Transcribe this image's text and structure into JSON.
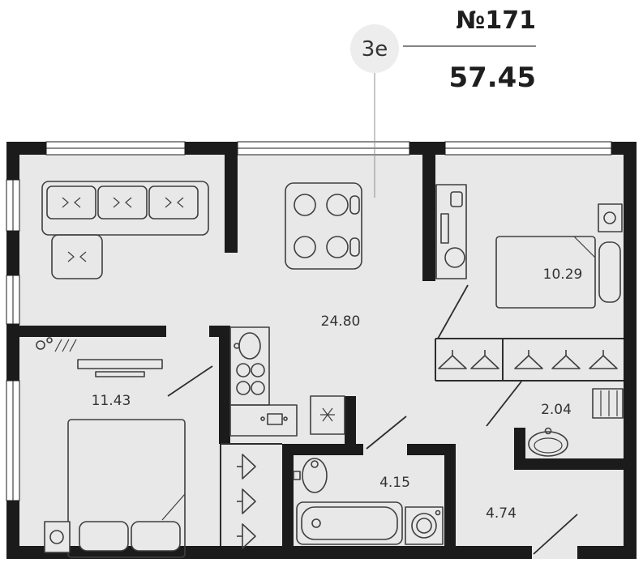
{
  "header": {
    "apartment_number": "№171",
    "total_area": "57.45",
    "layout_type": "3е"
  },
  "plan": {
    "room_labels": {
      "living_kitchen": "24.80",
      "bedroom_right": "10.29",
      "bedroom_left": "11.43",
      "wc": "2.04",
      "bathroom": "4.15",
      "hallway": "4.74"
    }
  },
  "colors": {
    "wall": "#1b1b1b",
    "floor": "#e8e8e8",
    "furniture_line": "#3f3f3f",
    "badge_bg": "#ededed",
    "text": "#222222"
  }
}
